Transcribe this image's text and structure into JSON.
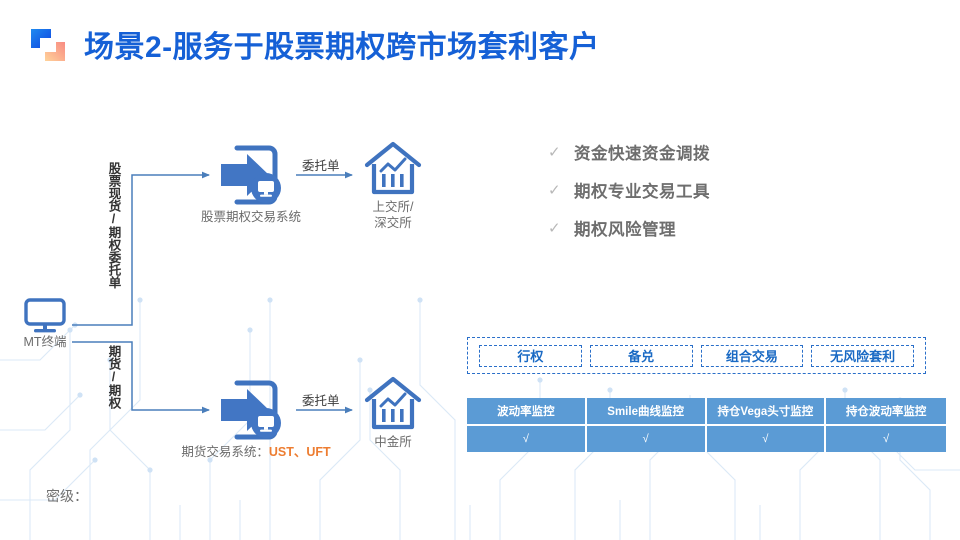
{
  "header": {
    "title": "场景2-服务于股票期权跨市场套利客户",
    "logo_name": "brand-logo",
    "title_color": "#1560d6"
  },
  "diagram": {
    "terminal": {
      "label": "MT终端",
      "icon": "monitor-icon"
    },
    "branches": [
      {
        "id": "equity",
        "vertical_label": "股票现货/期权委托单",
        "system": {
          "label": "股票期权交易系统",
          "icon": "trading-system-icon"
        },
        "wire_label": "委托单",
        "exchange": {
          "label_line1": "上交所/",
          "label_line2": "深交所",
          "icon": "exchange-house-icon"
        }
      },
      {
        "id": "futures",
        "vertical_label": "期货/期权",
        "system": {
          "label_prefix": "期货交易系统：",
          "label_products": "UST、UFT",
          "icon": "trading-system-icon"
        },
        "wire_label": "委托单",
        "exchange": {
          "label_line1": "中金所",
          "label_line2": "",
          "icon": "exchange-house-icon"
        }
      }
    ],
    "line_color": "#4a7ebb",
    "icon_color": "#3f73bf"
  },
  "bullets": {
    "tick_glyph": "✓",
    "items": [
      {
        "text": "资金快速资金调拨"
      },
      {
        "text": "期权专业交易工具"
      },
      {
        "text": "期权风险管理"
      }
    ]
  },
  "tags": {
    "items": [
      {
        "label": "行权"
      },
      {
        "label": "备兑"
      },
      {
        "label": "组合交易"
      },
      {
        "label": "无风险套利"
      }
    ],
    "border_color": "#2a6fc9",
    "text_color": "#1a6ac4"
  },
  "table": {
    "headers": [
      "波动率监控",
      "Smile曲线监控",
      "持仓Vega头寸监控",
      "持仓波动率监控"
    ],
    "rows": [
      [
        "√",
        "√",
        "√",
        "√"
      ]
    ],
    "header_bg": "#5b9bd5",
    "cell_bg": "#5b9bd5"
  },
  "footer": {
    "secrecy_label": "密级："
  }
}
